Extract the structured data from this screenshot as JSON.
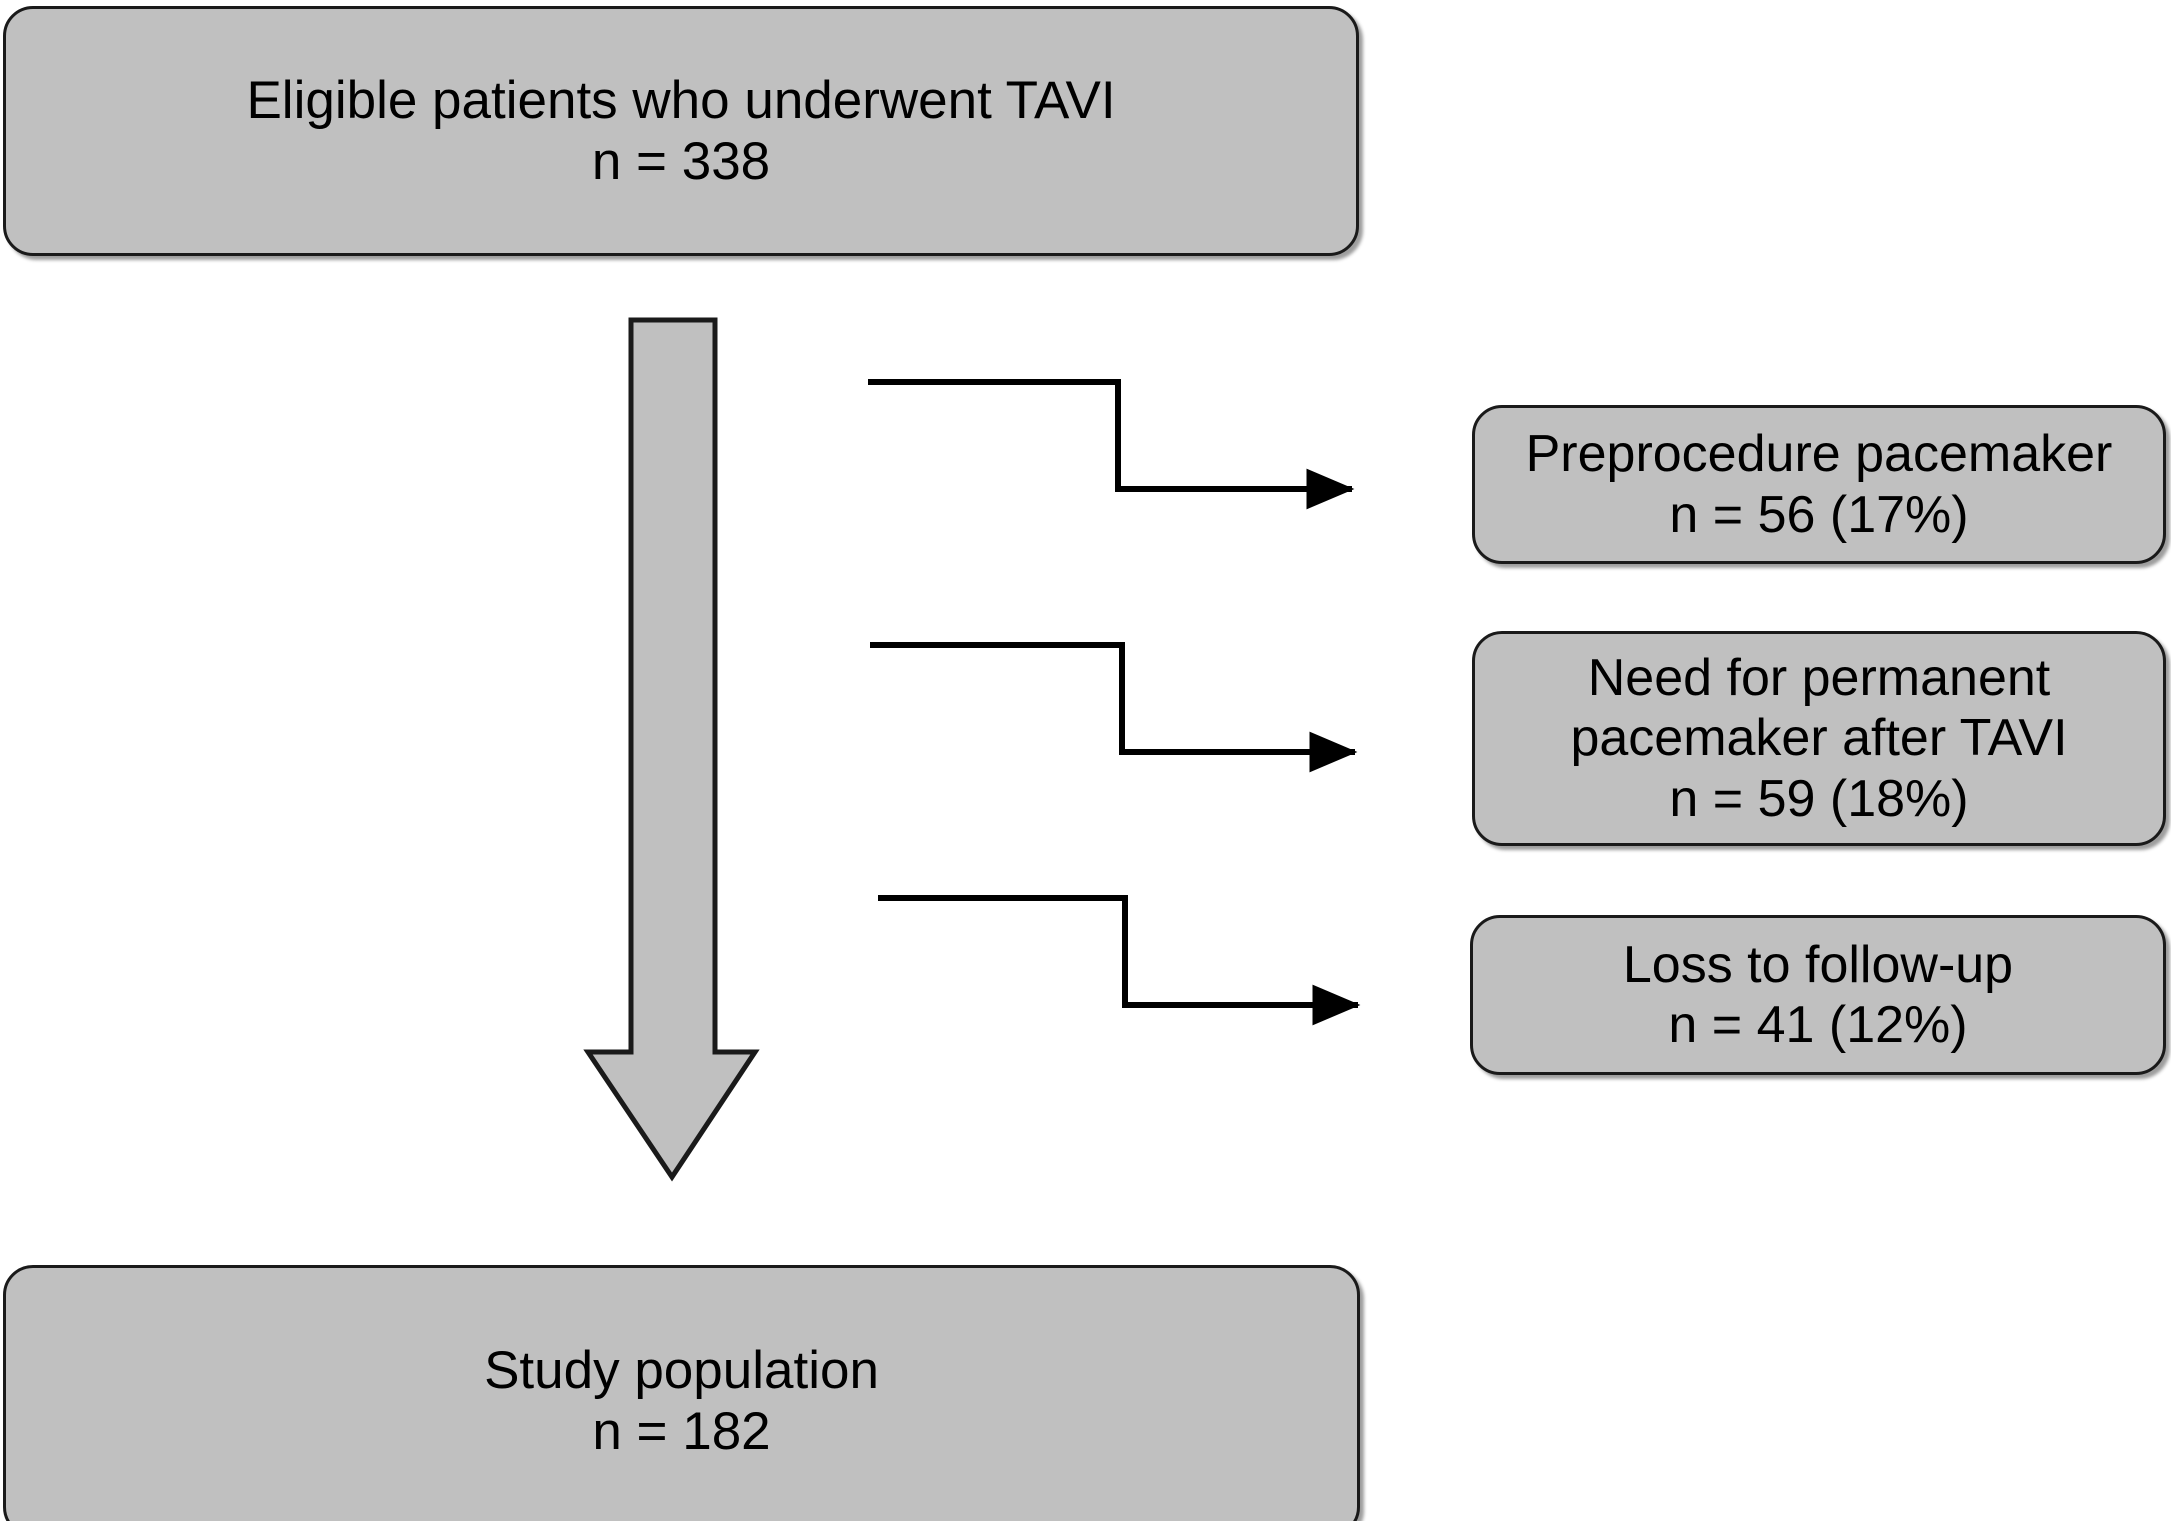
{
  "figure": {
    "type": "flowchart",
    "kind": "patient-selection-consort-style",
    "colors": {
      "node_fill": "#c0c0c0",
      "node_border": "#1a1a1a",
      "arrow_fill": "#c0c0c0",
      "arrow_border": "#1a1a1a",
      "connector_stroke": "#000000",
      "background": "#ffffff",
      "text": "#000000"
    }
  },
  "nodes": {
    "eligible": {
      "line1": "Eligible patients who underwent TAVI",
      "line2": "n = 338",
      "count": 338
    },
    "study_population": {
      "line1": "Study population",
      "line2": "n = 182",
      "count": 182
    },
    "exclusions": [
      {
        "id": "preprocedure-pacemaker",
        "line1": "Preprocedure pacemaker",
        "line2": "n = 56 (17%)",
        "count": 56,
        "percent": "17%"
      },
      {
        "id": "permanent-pacemaker",
        "line1": "Need for permanent",
        "line2": "pacemaker after TAVI",
        "line3": "n = 59 (18%)",
        "count": 59,
        "percent": "18%"
      },
      {
        "id": "loss-to-follow-up",
        "line1": "Loss to follow-up",
        "line2": "n = 41 (12%)",
        "count": 41,
        "percent": "12%"
      }
    ]
  }
}
